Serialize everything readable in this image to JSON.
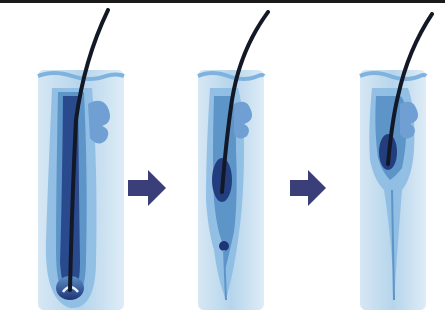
{
  "figure": {
    "stages": [
      {
        "id": "stage-1",
        "description_key": "hair-follicle-full"
      },
      {
        "id": "stage-2",
        "description_key": "hair-follicle-regressing"
      },
      {
        "id": "stage-3",
        "description_key": "hair-follicle-resting"
      }
    ],
    "arrows": 2,
    "colors": {
      "sheath_light": "#a9cde8",
      "sheath_mid": "#7fb2dd",
      "sheath_dark": "#5d95c9",
      "follicle_deep": "#233e7f",
      "hair": "#121826",
      "gland": "#6f9fd3",
      "arrow": "#3a3f7a",
      "rule": "#1a1a1a",
      "background": "#ffffff"
    }
  }
}
